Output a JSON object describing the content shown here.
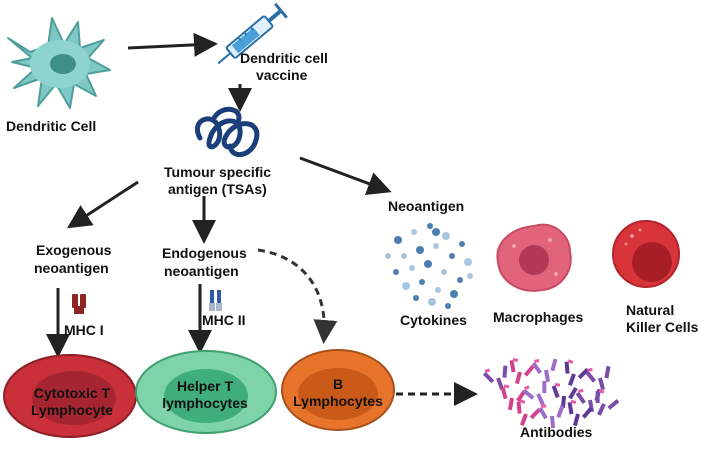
{
  "labels": {
    "dendritic_cell": "Dendritic Cell",
    "dc_vaccine_1": "Dendritic cell",
    "dc_vaccine_2": "vaccine",
    "tsa_1": "Tumour specific",
    "tsa_2": "antigen (TSAs)",
    "neoantigen": "Neoantigen",
    "exo_1": "Exogenous",
    "exo_2": "neoantigen",
    "endo_1": "Endogenous",
    "endo_2": "neoantigen",
    "mhc1": "MHC I",
    "mhc2": "MHC II",
    "cytokines": "Cytokines",
    "macrophages": "Macrophages",
    "nk_1": "Natural",
    "nk_2": "Killer Cells",
    "ctl_1": "Cytotoxic T",
    "ctl_2": "Lymphocyte",
    "helper_1": "Helper T",
    "helper_2": "lymphocytes",
    "b_1": "B",
    "b_2": "Lymphocytes",
    "antibodies": "Antibodies"
  },
  "colors": {
    "ctl_outer": "#c9303a",
    "ctl_inner": "#a52630",
    "helper_outer": "#7fd3a8",
    "helper_inner": "#3fae7b",
    "b_outer": "#e8742c",
    "b_inner": "#c95a18",
    "dendritic": "#7ec9c6",
    "mhc1": "#8e2424",
    "mhc2": "#2e5aa8",
    "macrophage": "#e2647c",
    "nk": "#d8343a",
    "antigen": "#1b3f7a"
  }
}
